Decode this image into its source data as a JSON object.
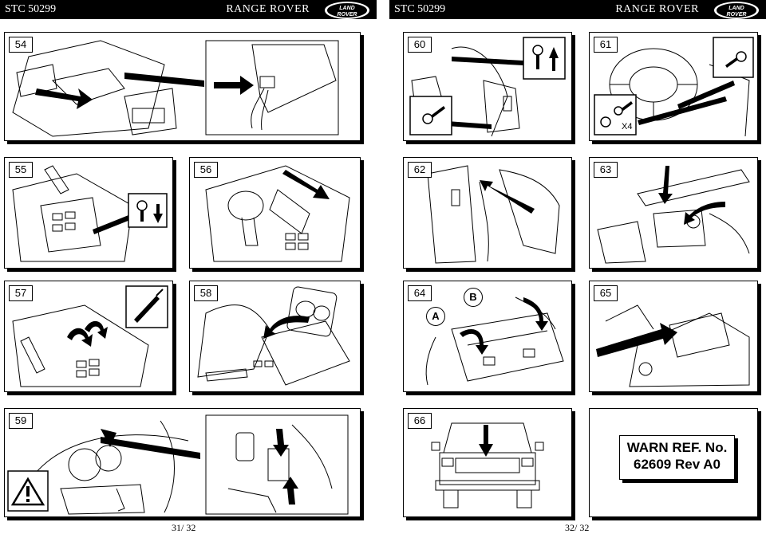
{
  "header": {
    "doc_number": "STC 50299",
    "brand": "RANGE ROVER",
    "logo_text_top": "LAND",
    "logo_text_bottom": "ROVER"
  },
  "left_page": {
    "panels": [
      {
        "number": "54"
      },
      {
        "number": "55"
      },
      {
        "number": "56"
      },
      {
        "number": "57"
      },
      {
        "number": "58"
      },
      {
        "number": "59"
      }
    ],
    "footer": "31/ 32"
  },
  "right_page": {
    "panels": [
      {
        "number": "60"
      },
      {
        "number": "61",
        "qty_label": "X4"
      },
      {
        "number": "62"
      },
      {
        "number": "63"
      },
      {
        "number": "64",
        "callout_a": "A",
        "callout_b": "B"
      },
      {
        "number": "65"
      },
      {
        "number": "66"
      }
    ],
    "warning": {
      "line1": "WARN REF. No.",
      "line2": "62609 Rev A0"
    },
    "footer": "32/ 32"
  },
  "icons": [
    "screw-icon",
    "up-arrow-icon",
    "down-arrow-icon",
    "screwdriver-icon",
    "warning-triangle-icon"
  ]
}
